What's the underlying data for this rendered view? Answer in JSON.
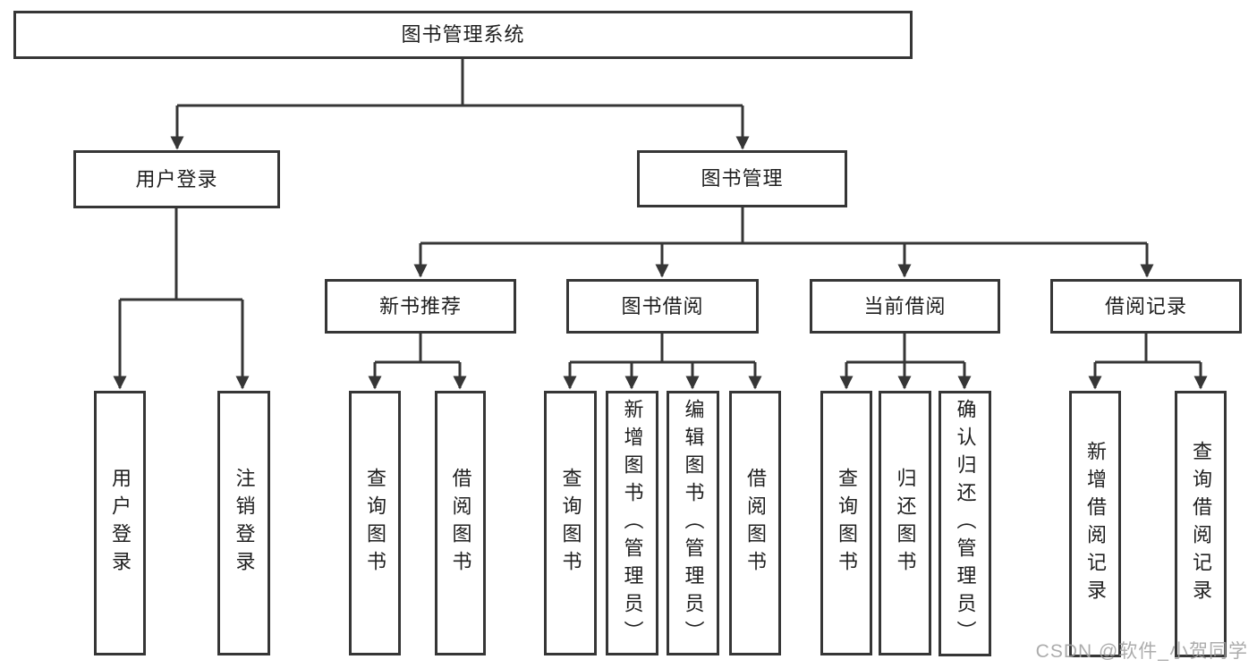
{
  "diagram": {
    "type": "hierarchy-tree",
    "colors": {
      "line": "#363636",
      "box_border": "#363636",
      "text": "#1f1f1f",
      "background": "#ffffff",
      "watermark": "#a0a0a0"
    },
    "tree": {
      "label": "图书管理系统",
      "children": [
        {
          "label": "用户登录",
          "children": [
            {
              "label": "用户登录"
            },
            {
              "label": "注销登录"
            }
          ]
        },
        {
          "label": "图书管理",
          "children": [
            {
              "label": "新书推荐",
              "children": [
                {
                  "label": "查询图书"
                },
                {
                  "label": "借阅图书"
                }
              ]
            },
            {
              "label": "图书借阅",
              "children": [
                {
                  "label": "查询图书"
                },
                {
                  "label": "新增图书（管理员）"
                },
                {
                  "label": "编辑图书（管理员）"
                },
                {
                  "label": "借阅图书"
                }
              ]
            },
            {
              "label": "当前借阅",
              "children": [
                {
                  "label": "查询图书"
                },
                {
                  "label": "归还图书"
                },
                {
                  "label": "确认归还（管理员）"
                }
              ]
            },
            {
              "label": "借阅记录",
              "children": [
                {
                  "label": "新增借阅记录"
                },
                {
                  "label": "查询借阅记录"
                }
              ]
            }
          ]
        }
      ]
    },
    "watermark": {
      "text": "CSDN @软件_小贺同学"
    }
  }
}
